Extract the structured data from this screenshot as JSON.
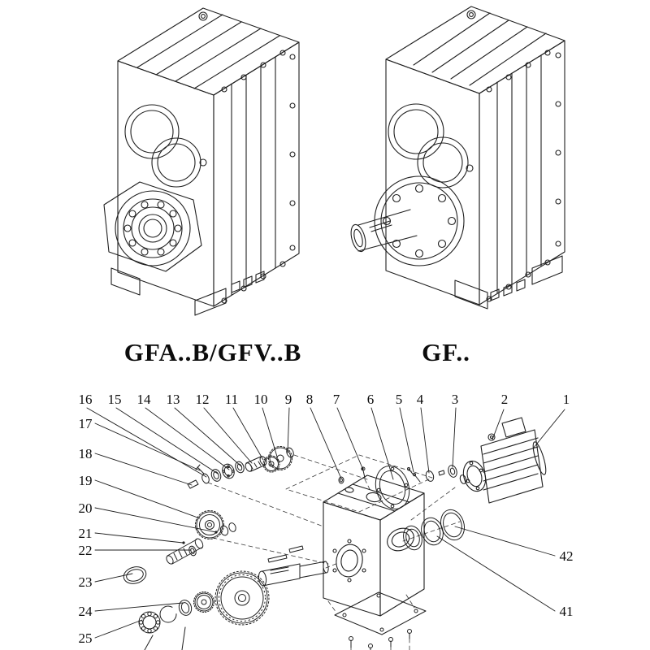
{
  "page": {
    "background": "#ffffff",
    "line_color": "#1f1f1f"
  },
  "models": {
    "left_label": "GFA..B/GFV..B",
    "right_label": "GF.."
  },
  "exploded": {
    "callouts": {
      "c1": "1",
      "c2": "2",
      "c3": "3",
      "c4": "4",
      "c5": "5",
      "c6": "6",
      "c7": "7",
      "c8": "8",
      "c9": "9",
      "c10": "10",
      "c11": "11",
      "c12": "12",
      "c13": "13",
      "c14": "14",
      "c15": "15",
      "c16": "16",
      "c17": "17",
      "c18": "18",
      "c19": "19",
      "c20": "20",
      "c21": "21",
      "c22": "22",
      "c23": "23",
      "c24": "24",
      "c25": "25",
      "c41": "41",
      "c42": "42"
    }
  }
}
